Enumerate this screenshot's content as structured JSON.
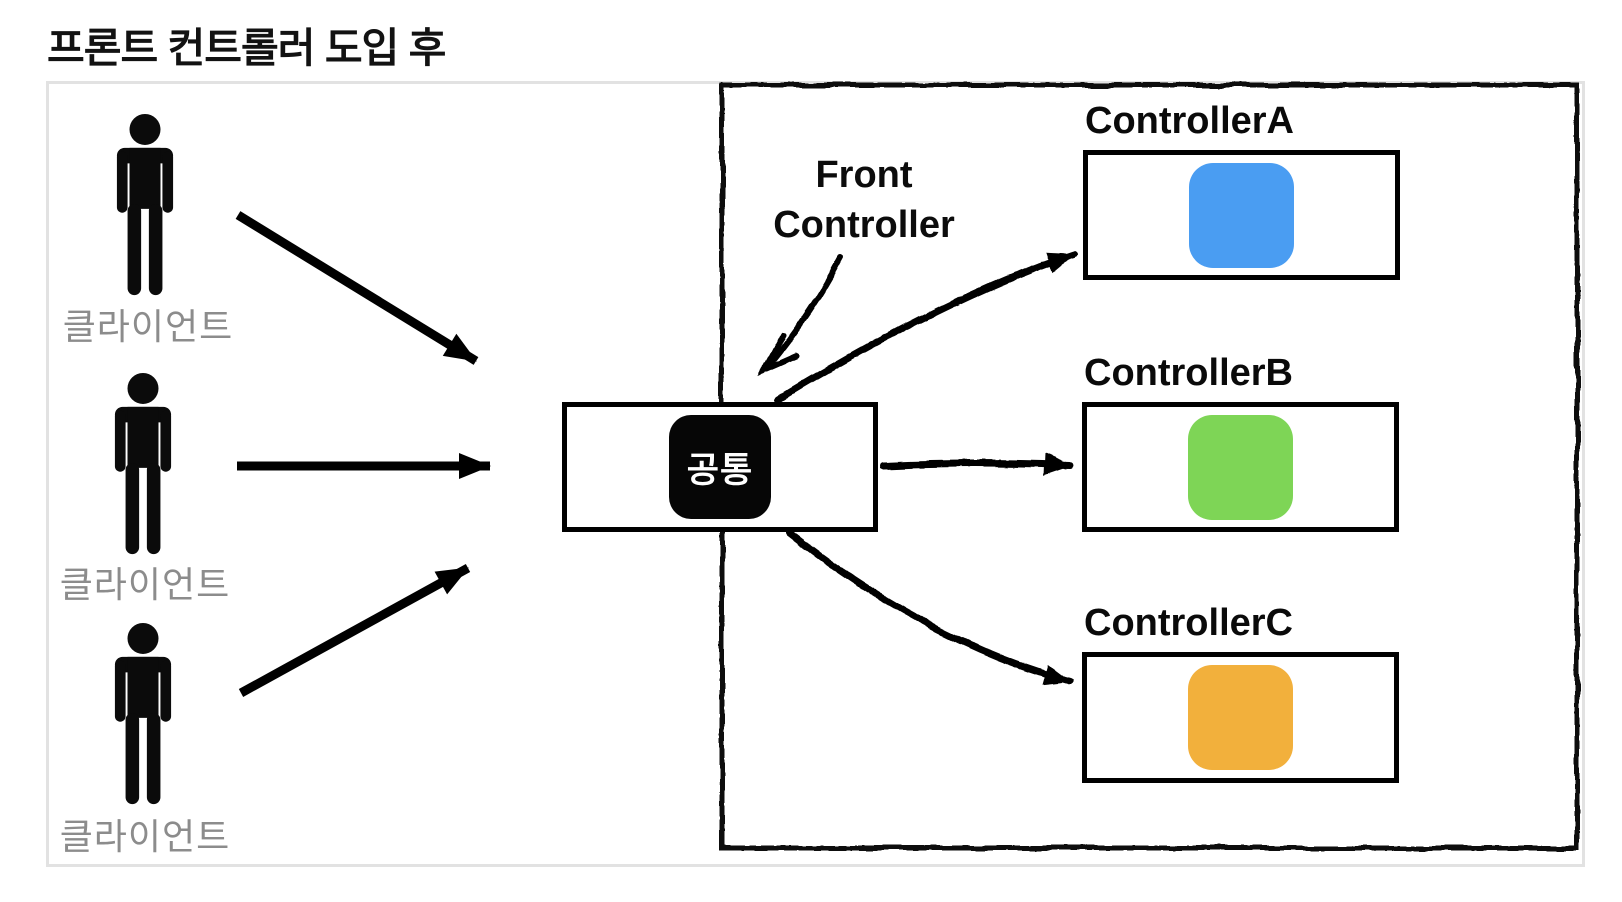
{
  "title": "프론트 컨트롤러 도입 후",
  "clients": {
    "label_color": "#8c8c8c",
    "items": [
      {
        "label": "클라이언트"
      },
      {
        "label": "클라이언트"
      },
      {
        "label": "클라이언트"
      }
    ]
  },
  "front_controller": {
    "annotation_line1": "Front",
    "annotation_line2": "Controller",
    "box_label": "공통",
    "box_bg": "#060606",
    "box_label_color": "#ffffff"
  },
  "controllers": [
    {
      "name": "ControllerA",
      "color": "#4a9df2"
    },
    {
      "name": "ControllerB",
      "color": "#7ed556"
    },
    {
      "name": "ControllerC",
      "color": "#f2b03c"
    }
  ],
  "frame": {
    "outer_border_color": "#e2e2e2",
    "diagram_border_color": "#111111",
    "arrow_color": "#000000"
  }
}
